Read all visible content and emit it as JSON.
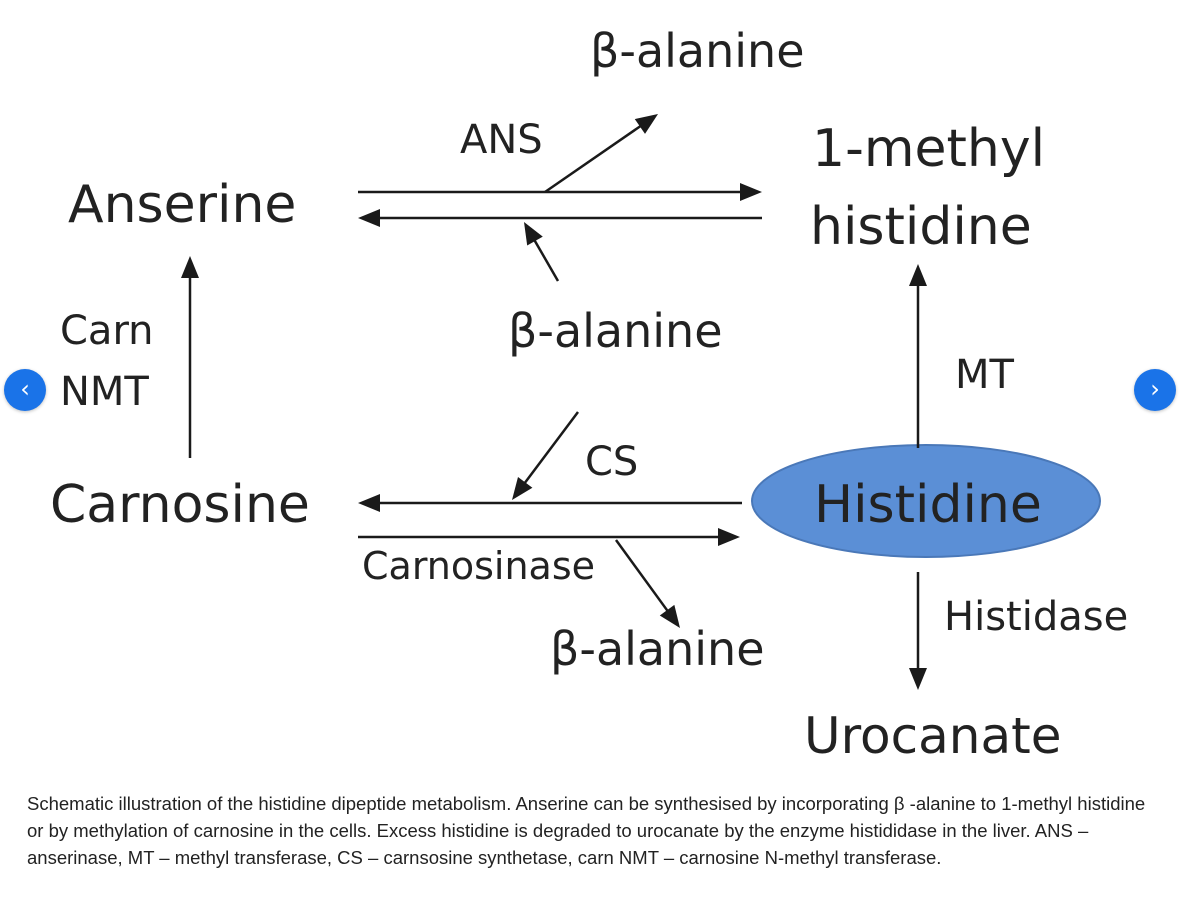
{
  "diagram": {
    "nodes": {
      "anserine": "Anserine",
      "methylhistidine_line1": "1-methyl",
      "methylhistidine_line2": "histidine",
      "carnosine": "Carnosine",
      "histidine": "Histidine",
      "urocanate": "Urocanate"
    },
    "metabolites": {
      "beta_alanine_top": "β-alanine",
      "beta_alanine_mid": "β-alanine",
      "beta_alanine_bottom": "β-alanine"
    },
    "enzymes": {
      "ans": "ANS",
      "carn": "Carn",
      "nmt": "NMT",
      "mt": "MT",
      "cs": "CS",
      "carnosinase": "Carnosinase",
      "histidase": "Histidase"
    },
    "colors": {
      "histidine_fill": "#5b8fd6",
      "histidine_stroke": "#4a78b8",
      "arrow": "#1a1a1a",
      "nav_button": "#1a73e8"
    }
  },
  "navigation": {
    "prev_icon": "‹",
    "next_icon": "›"
  },
  "caption": "Schematic illustration of the histidine dipeptide metabolism. Anserine can be synthesised by incorporating β -alanine to 1-methyl histidine or by methylation of carnosine in the cells. Excess histidine is degraded to urocanate by the enzyme histididase in the liver. ANS – anserinase, MT – methyl transferase, CS – carnsosine synthetase, carn NMT – carnosine N-methyl transferase."
}
